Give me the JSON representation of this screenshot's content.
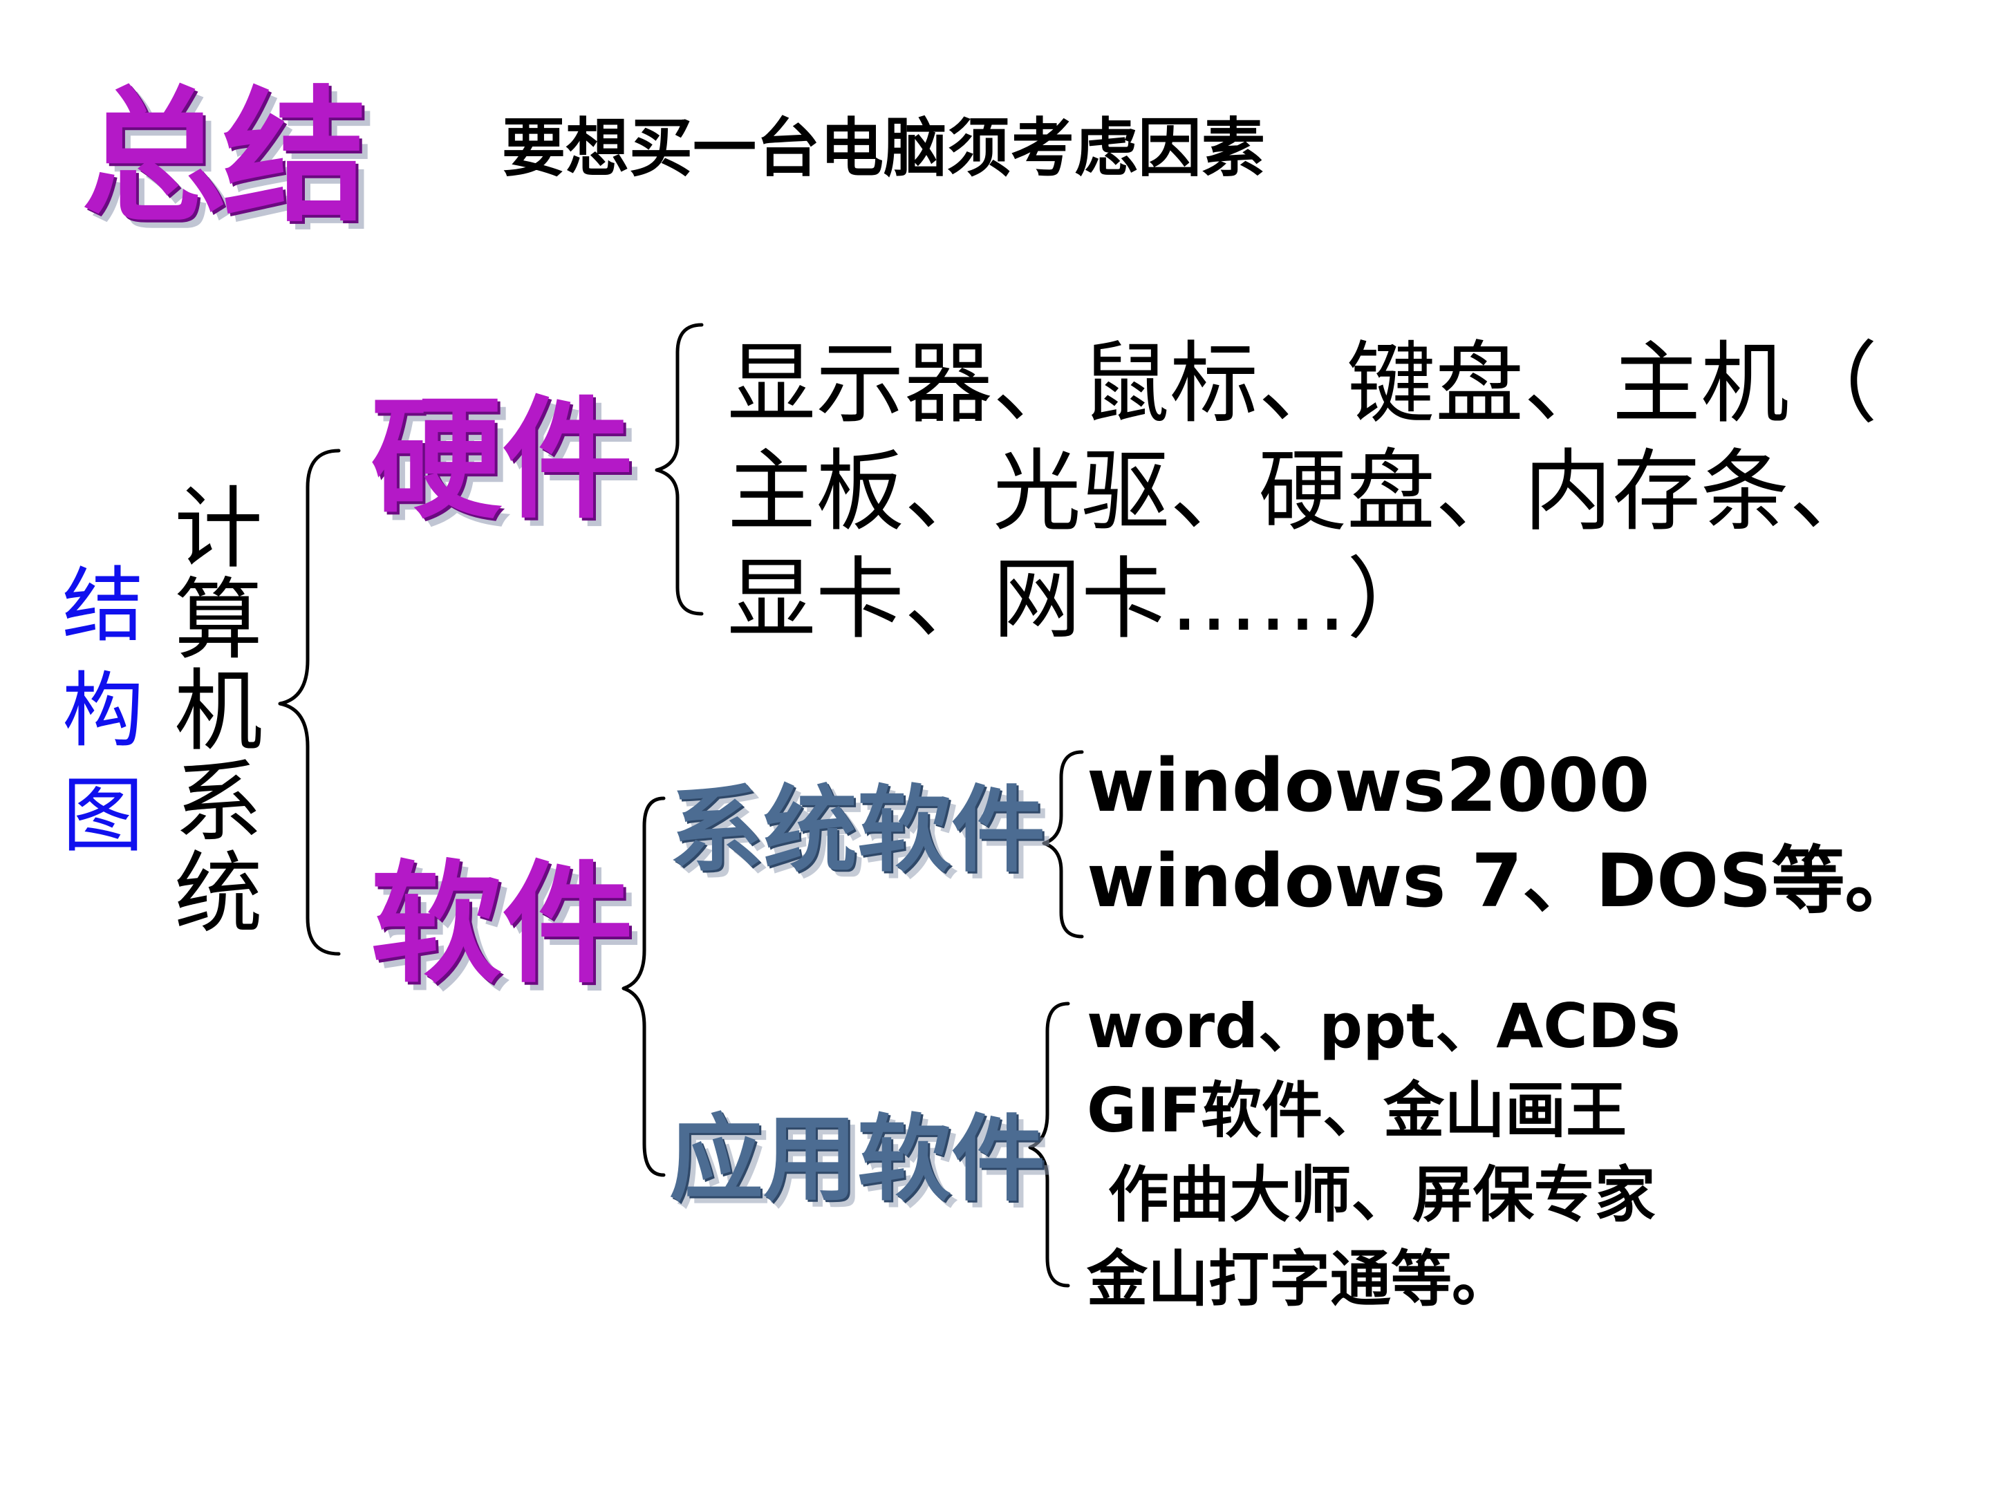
{
  "title": "总结",
  "subtitle": "要想买一台电脑须考虑因素",
  "root_label": [
    "结",
    "构",
    "图"
  ],
  "system_label": [
    "计",
    "算",
    "机",
    "系",
    "统"
  ],
  "hardware": {
    "label": "硬件",
    "items": [
      "显示器、鼠标、键盘、主机（",
      "主板、光驱、硬盘、内存条、",
      "显卡、网卡……）"
    ]
  },
  "software": {
    "label": "软件",
    "system_software": {
      "label": "系统软件",
      "items": [
        "windows2000",
        "windows 7、DOS等。"
      ]
    },
    "application_software": {
      "label": "应用软件",
      "items": [
        "word、ppt、ACDS",
        "GIF软件、金山画王",
        " 作曲大师、屏保专家",
        "金山打字通等。"
      ]
    }
  }
}
